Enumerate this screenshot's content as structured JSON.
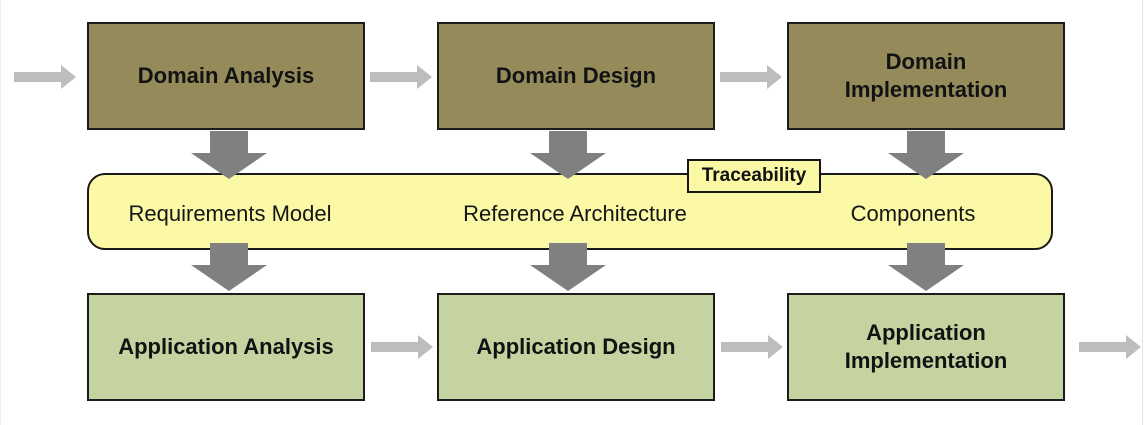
{
  "flow": {
    "domain_row": {
      "boxes": [
        {
          "label": "Domain Analysis"
        },
        {
          "label": "Domain Design"
        },
        {
          "label": "Domain\nImplementation"
        }
      ],
      "fill_color": "#948A5A"
    },
    "artifact_band": {
      "tag_label": "Traceability",
      "labels": [
        {
          "label": "Requirements Model"
        },
        {
          "label": "Reference Architecture"
        },
        {
          "label": "Components"
        }
      ],
      "fill_color": "#FBF8A6"
    },
    "application_row": {
      "boxes": [
        {
          "label": "Application Analysis"
        },
        {
          "label": "Application Design"
        },
        {
          "label": "Application\nImplementation"
        }
      ],
      "fill_color": "#C5D3A0"
    },
    "arrows": {
      "horizontal_color": "#BDBDBD",
      "vertical_color": "#808080"
    }
  }
}
